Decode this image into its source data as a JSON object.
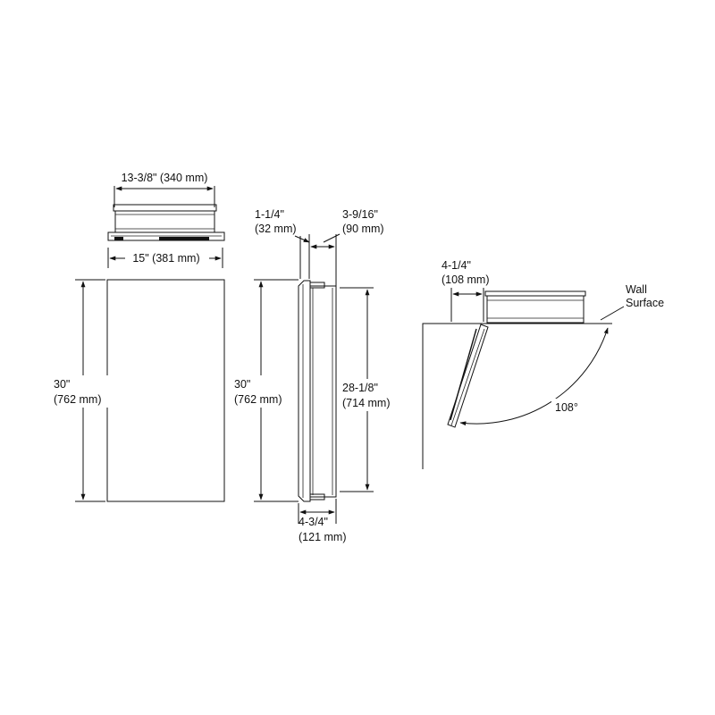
{
  "top_view": {
    "width_label": "13-3/8\" (340 mm)",
    "mount_width_label": "15\" (381 mm)"
  },
  "front_view": {
    "height_line1": "30\"",
    "height_line2": "(762 mm)"
  },
  "side_view": {
    "door_thickness_line1": "1-1/4\"",
    "door_thickness_line2": "(32 mm)",
    "box_depth_line1": "3-9/16\"",
    "box_depth_line2": "(90 mm)",
    "height_line1": "30\"",
    "height_line2": "(762 mm)",
    "box_height_line1": "28-1/8\"",
    "box_height_line2": "(714 mm)",
    "overall_depth_line1": "4-3/4\"",
    "overall_depth_line2": "(121 mm)"
  },
  "swing_view": {
    "offset_line1": "4-1/4\"",
    "offset_line2": "(108 mm)",
    "wall_line1": "Wall",
    "wall_line2": "Surface",
    "angle_label": "108°"
  }
}
